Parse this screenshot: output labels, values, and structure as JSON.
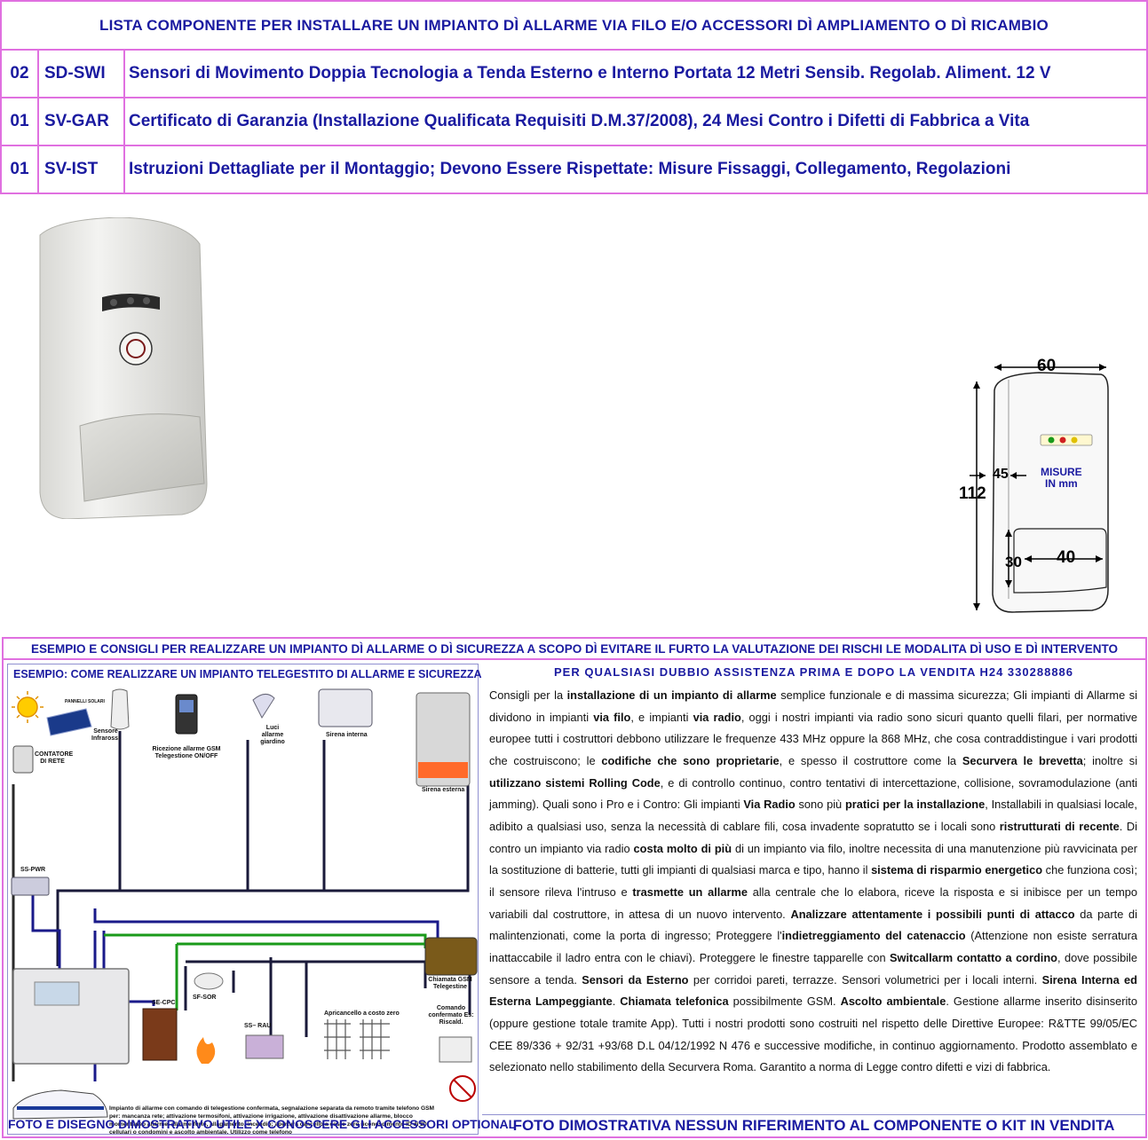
{
  "top_table": {
    "title": "LISTA COMPONENTE PER INSTALLARE UN IMPIANTO DÌ ALLARME VIA FILO E/O ACCESSORI DÌ AMPLIAMENTO O DÌ RICAMBIO",
    "rows": [
      {
        "qty": "02",
        "code": "SD-SWI",
        "desc": "Sensori di Movimento Doppia Tecnologia a Tenda Esterno e Interno Portata 12 Metri Sensib. Regolab. Aliment. 12 V"
      },
      {
        "qty": "01",
        "code": "SV-GAR",
        "desc": "Certificato di Garanzia (Installazione Qualificata Requisiti D.M.37/2008), 24 Mesi Contro i Difetti di Fabbrica a Vita"
      },
      {
        "qty": "01",
        "code": "SV-IST",
        "desc": "Istruzioni Dettagliate per il Montaggio; Devono Essere Rispettate: Misure Fissaggi, Collegamento, Regolazioni"
      }
    ]
  },
  "dimensions": {
    "width": "60",
    "height": "112",
    "depth": "45",
    "window_w": "40",
    "window_h": "30",
    "misure_line1": "MISURE",
    "misure_line2": "IN mm"
  },
  "bottom": {
    "header": "ESEMPIO E CONSIGLI PER REALIZZARE UN IMPIANTO DÌ ALLARME O DÌ SICUREZZA A SCOPO DÌ EVITARE IL FURTO LA VALUTAZIONE DEI RISCHI LE MODALITA DÌ USO E DÌ INTERVENTO",
    "left_title": "ESEMPIO: COME REALIZZARE UN IMPIANTO TELEGESTITO DI ALLARME E SICUREZZA",
    "left_footer": "FOTO E DISEGNO DIMOSTRATIVO UTILE X CONOSCERE GLI ACCESSORI OPTIONAL",
    "right_title": "PER QUALSIASI DUBBIO ASSISTENZA PRIMA E DOPO LA VENDITA H24 330288886",
    "right_footer": "FOTO DIMOSTRATIVA NESSUN RIFERIMENTO AL COMPONENTE O KIT IN VENDITA",
    "diagram_labels": {
      "pannelli": "PANNELLI SOLARI",
      "contatore": "CONTATORE DI RETE",
      "sensore": "Sensore Infrarossi",
      "gsm_rx": "Ricezione allarme GSM Telegestione ON/OFF",
      "luci": "Luci allarme giardino",
      "sirena_int": "Sirena interna",
      "sirena_ext": "Sirena esterna",
      "ss_pwr": "SS-PWR",
      "chiamata": "Chiamata GSM Telegestine",
      "se_cpc": "SE-CPC",
      "sf_sor": "SF-SOR",
      "ss_rau": "SS– RAU",
      "apricancello": "Apricancello a costo zero",
      "comando": "Comando confermato Es: Riscald.",
      "note": "Impianto di allarme con comando di telegestione confermata, segnalazione separata da remoto tramite telefono GSM per: mancanza rete; attivazione termosifoni, attivazione irrigazione, attivazione disattivazione allarme, blocco momentaneo allarme, allarme furto, allagamento, incendio; apertura cancello a costo zero riconoscimento ID di 20 cellulari o condomini e ascolto ambientale. Utilizzo come telefono"
    }
  },
  "colors": {
    "text_blue": "#1a1aa0",
    "border_pink": "#e070e0"
  }
}
